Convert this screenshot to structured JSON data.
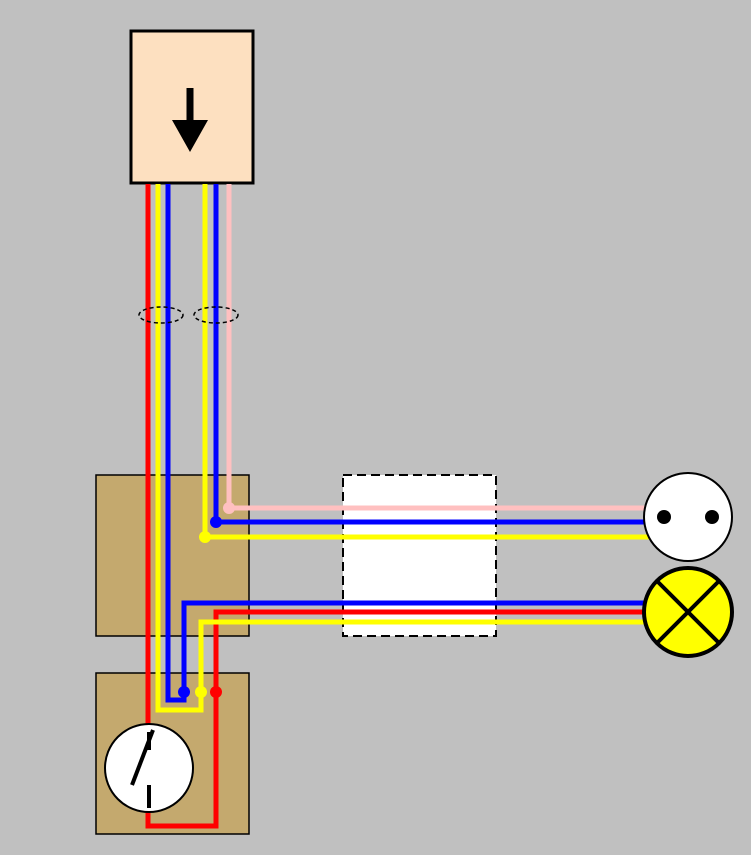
{
  "diagram": {
    "colors": {
      "background": "#c0c0c0",
      "supply_box": "#fde0c0",
      "junction_box": "#c4a96e",
      "wire_red": "#ff0000",
      "wire_blue": "#0000ff",
      "wire_yellow": "#ffff00",
      "wire_pink": "#ffc0c0",
      "lamp": "#ffff00",
      "outline": "#000000",
      "white": "#ffffff"
    },
    "icons": {
      "supply": "down-arrow-icon",
      "socket": "socket-outlet-icon",
      "lamp": "lamp-icon",
      "switch": "switch-icon",
      "cable_markers": "cable-sheath-icon"
    },
    "components": [
      "supply-box",
      "junction-box",
      "switch-box",
      "socket-outlet",
      "lamp",
      "wall-gap"
    ]
  }
}
